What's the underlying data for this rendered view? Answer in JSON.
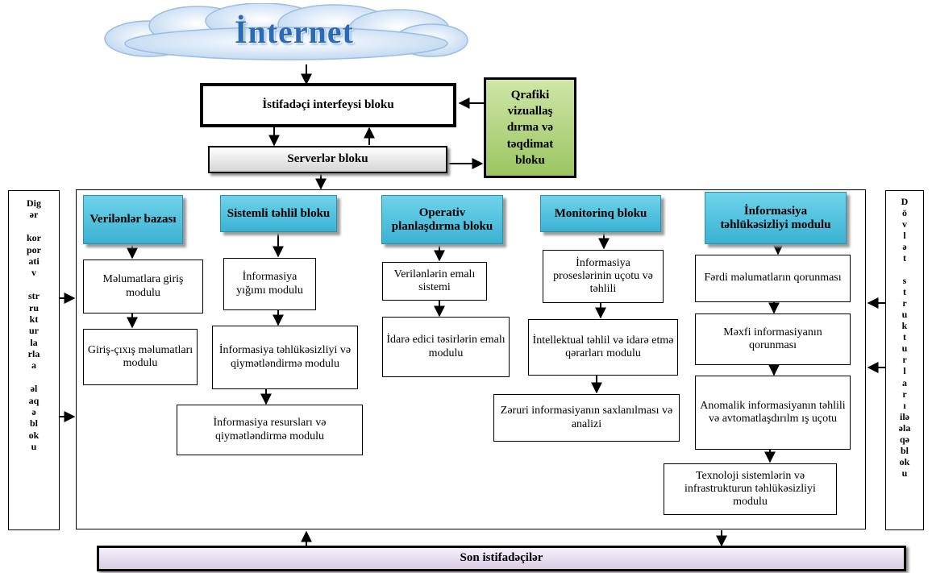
{
  "cloud_title": "İnternet",
  "interface_block": "İstifadəçi interfeysi bloku",
  "server_block": "Serverlər bloku",
  "graphics_block": "Qrafiki vizuallaş dırma və təqdimat bloku",
  "left_side": "Dig\nər\n\nkor\npor\nati\nv\n\nstr\nru\nkt\nur\nla\nrla\na\n\nəl\naq\nə\nbl\nok\nu",
  "right_side": "D\nö\nv\nl\nə\nt\n\ns\nt\nr\nu\nk\nt\nu\nr\nl\na\nr\nı\nilə\nəla\nqə\nbl\nok\nu",
  "end_users": "Son istifadəçilər",
  "columns": {
    "c1": {
      "header": "Verilənlər bazası",
      "items": [
        "Məlumatlara giriş modulu",
        "Giriş-çıxış məlumatları modulu"
      ]
    },
    "c2": {
      "header": "Sistemli təhlil bloku",
      "items": [
        "İnformasiya yığımı modulu",
        "İnformasiya təhlükəsizliyi və qiymətləndirmə modulu",
        "İnformasiya resursları və qiymətləndirmə modulu"
      ]
    },
    "c3": {
      "header": "Operativ planlaşdırma bloku",
      "items": [
        "Verilənlərin emalı sistemi",
        "İdarə edici təsirlərin emalı modulu"
      ]
    },
    "c4": {
      "header": "Monitorinq bloku",
      "items": [
        "İnformasiya proseslərinin uçotu və təhlili",
        "İntellektual təhlil və idarə etmə qərarları modulu",
        "Zəruri informasiyanın saxlanılması və analizi"
      ]
    },
    "c5": {
      "header": "İnformasiya təhlükəsizliyi modulu",
      "items": [
        "Fərdi məlumatların qorunması",
        "Məxfi informasiyanın qorunması",
        "Anomalik informasiyanın təhlili və avtomatlaşdırılm ış uçotu",
        "Texnoloji sistemlərin və infrastrukturun təhlükəsizliyi modulu"
      ]
    }
  },
  "colors": {
    "header_fill": "#47bcd9",
    "graphics_fill": "#a9cf6f",
    "server_fill": "#e6e6e6",
    "end_users_fill": "#ece3f2",
    "cloud_fill": "#c9ddf3",
    "cloud_text": "#2b6ab5"
  }
}
